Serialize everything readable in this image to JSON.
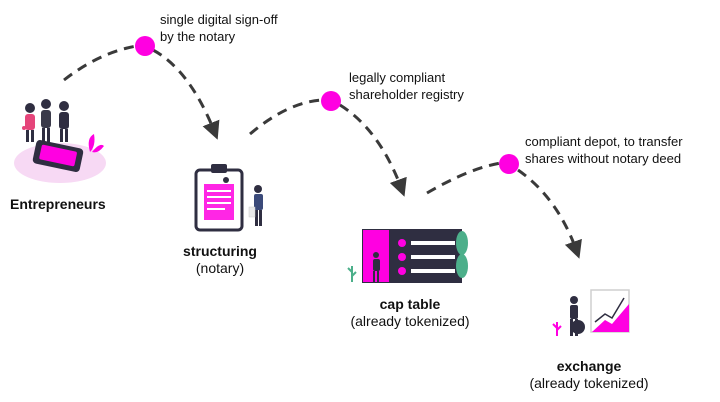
{
  "colors": {
    "accent": "#ff00e1",
    "line": "#3a3a3a",
    "green": "#4caf8a",
    "dark": "#2f2e41",
    "pale_pink": "#f7d9f4"
  },
  "stages": [
    {
      "title": "Entrepreneurs",
      "subtitle": "",
      "icon": "entrepreneurs-illustration"
    },
    {
      "title": "structuring",
      "subtitle": "(notary)",
      "icon": "clipboard-illustration"
    },
    {
      "title": "cap table",
      "subtitle": "(already tokenized)",
      "icon": "cap-table-illustration"
    },
    {
      "title": "exchange",
      "subtitle": "(already tokenized)",
      "icon": "exchange-chart-illustration"
    }
  ],
  "annotations": [
    {
      "line1": "single digital sign-off",
      "line2": "by the notary"
    },
    {
      "line1": "legally compliant",
      "line2": "shareholder registry"
    },
    {
      "line1": "compliant depot, to transfer",
      "line2": "shares without notary deed"
    }
  ]
}
